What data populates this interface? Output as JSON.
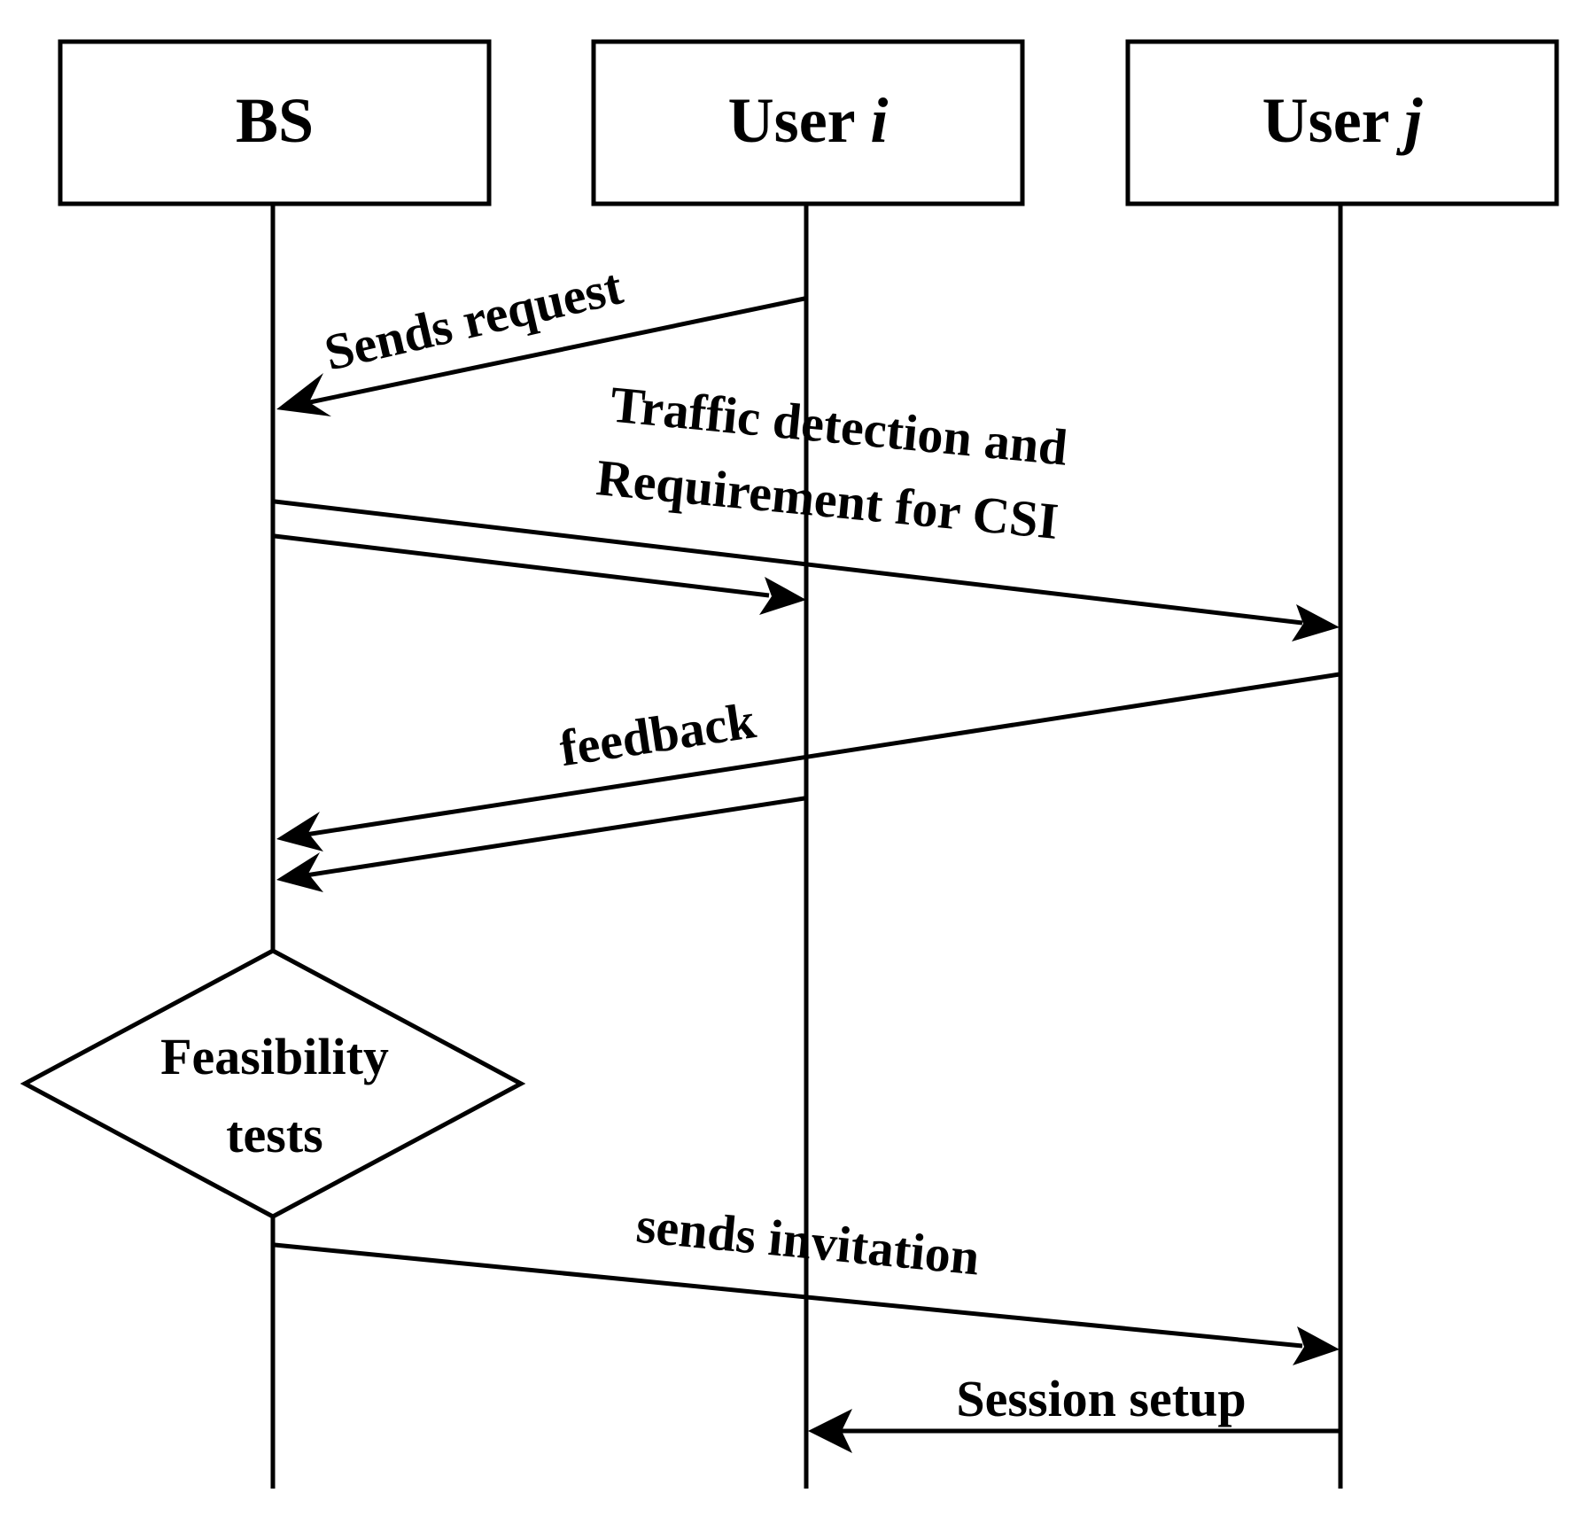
{
  "participants": [
    {
      "id": "bs",
      "name": "BS",
      "suffix": ""
    },
    {
      "id": "user-i",
      "name": "User ",
      "suffix": "i"
    },
    {
      "id": "user-j",
      "name": "User ",
      "suffix": "j"
    }
  ],
  "messages": {
    "sends_request": "Sends request",
    "traffic_line1": "Traffic detection and",
    "traffic_line2": "Requirement for CSI",
    "feedback": "feedback",
    "feasibility_line1": "Feasibility",
    "feasibility_line2": "tests",
    "sends_invitation": "sends invitation",
    "session_setup": "Session setup"
  }
}
